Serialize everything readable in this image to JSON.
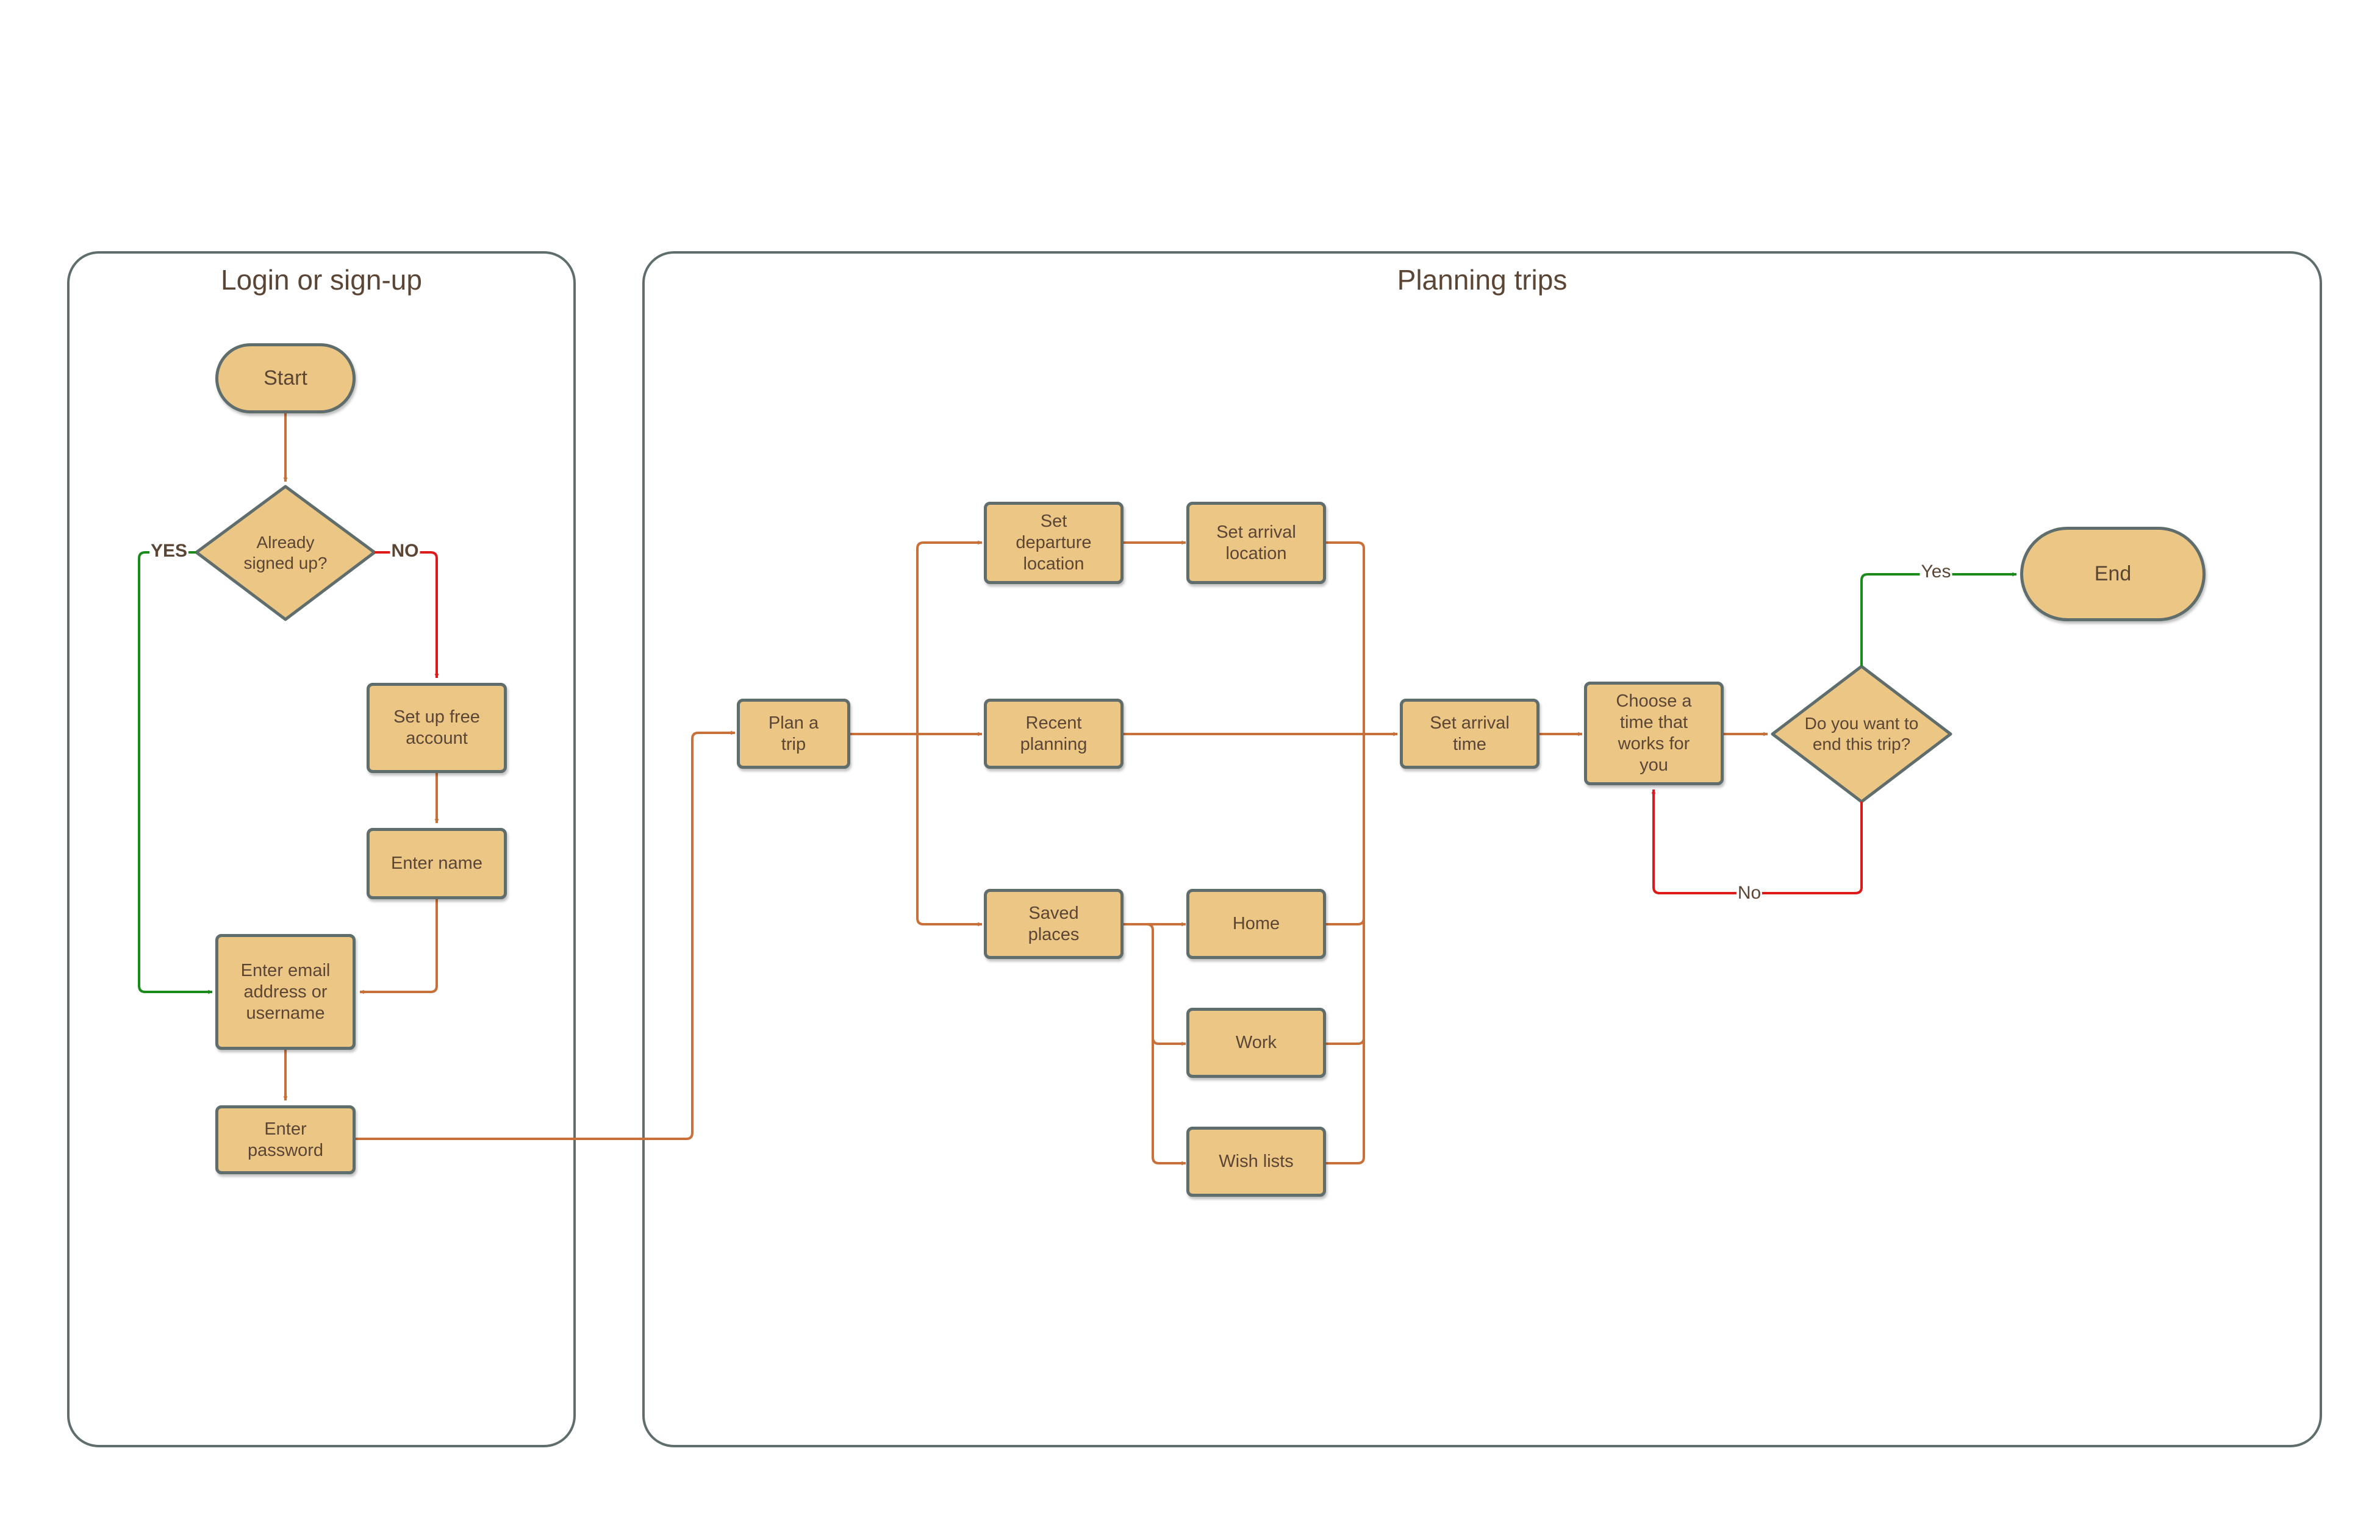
{
  "lanes": {
    "login": "Login or sign-up",
    "planning": "Planning trips"
  },
  "nodes": {
    "start": "Start",
    "already_signed_up": "Already\nsigned up?",
    "set_up_account": "Set up free\naccount",
    "enter_name": "Enter name",
    "enter_email": "Enter email\naddress or\nusername",
    "enter_password": "Enter\npassword",
    "plan_trip": "Plan a\ntrip",
    "set_departure": "Set\ndeparture\nlocation",
    "set_arrival_location": "Set arrival\nlocation",
    "recent_planning": "Recent\nplanning",
    "saved_places": "Saved\nplaces",
    "home": "Home",
    "work": "Work",
    "wish_lists": "Wish lists",
    "set_arrival_time": "Set arrival\ntime",
    "choose_time": "Choose a\ntime that\nworks for\nyou",
    "end_trip": "Do you want to\nend this trip?",
    "end": "End"
  },
  "edge_labels": {
    "yes_caps": "YES",
    "no_caps": "NO",
    "yes": "Yes",
    "no": "No"
  },
  "colors": {
    "fill": "#ecc685",
    "stroke": "#5f6d6d",
    "flow": "#c8703a",
    "yes_flow": "#1a8a1a",
    "no_flow": "#dd1a1a",
    "text": "#5b4636"
  }
}
